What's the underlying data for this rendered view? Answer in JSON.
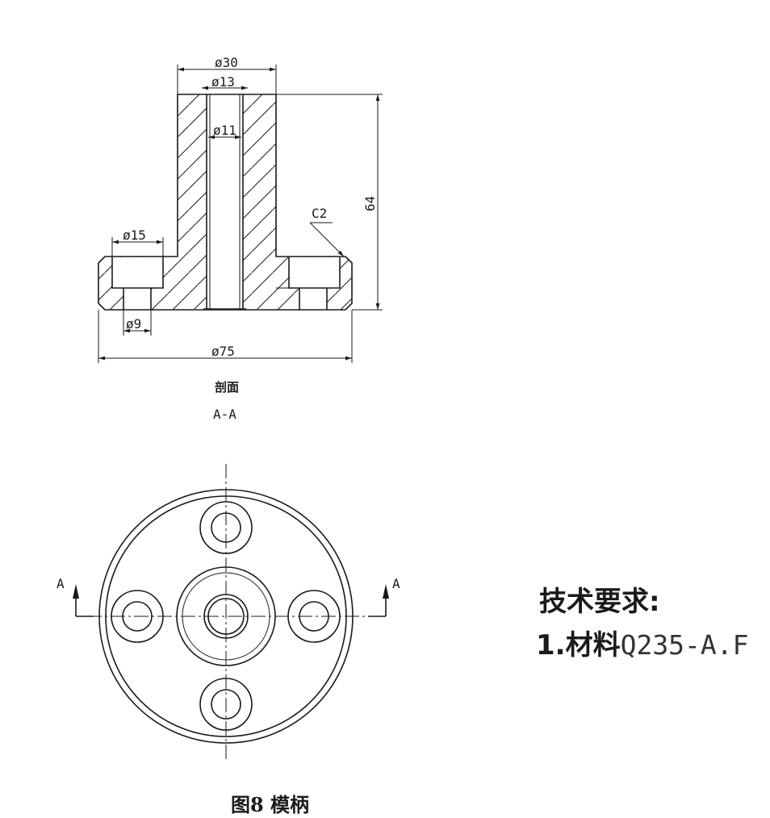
{
  "dimensions": {
    "d30": "ø30",
    "d13": "ø13",
    "d11": "ø11",
    "d15": "ø15",
    "d9": "ø9",
    "d75": "ø75",
    "h64": "64",
    "chamfer": "C2"
  },
  "section": {
    "caption": "剖面",
    "label": "A-A"
  },
  "cut_marker": {
    "left": "A",
    "right": "A"
  },
  "requirements": {
    "title": "技术要求:",
    "item_number": "1.",
    "item_label": "材料",
    "item_material": "Q235-A.F"
  },
  "figure": {
    "caption": "图8  模柄"
  }
}
